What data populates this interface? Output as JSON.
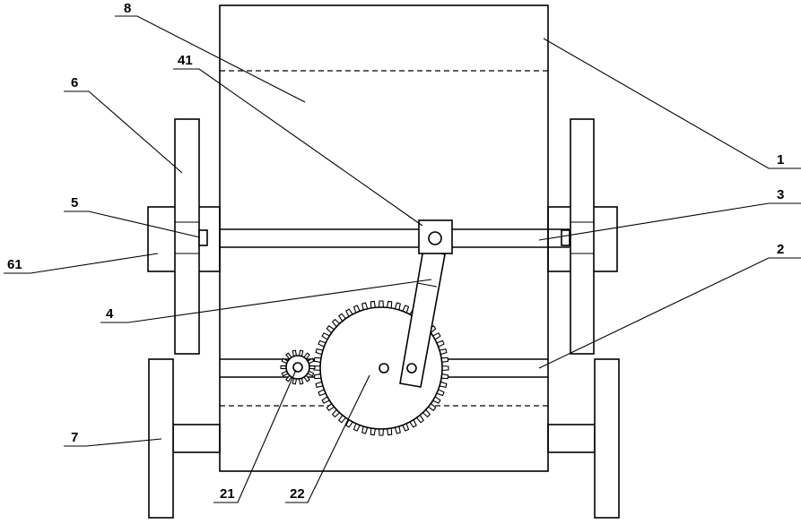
{
  "labels": {
    "l1": "1",
    "l2": "2",
    "l3": "3",
    "l4": "4",
    "l5": "5",
    "l6": "6",
    "l7": "7",
    "l8": "8",
    "l21": "21",
    "l22": "22",
    "l41": "41",
    "l61": "61"
  }
}
